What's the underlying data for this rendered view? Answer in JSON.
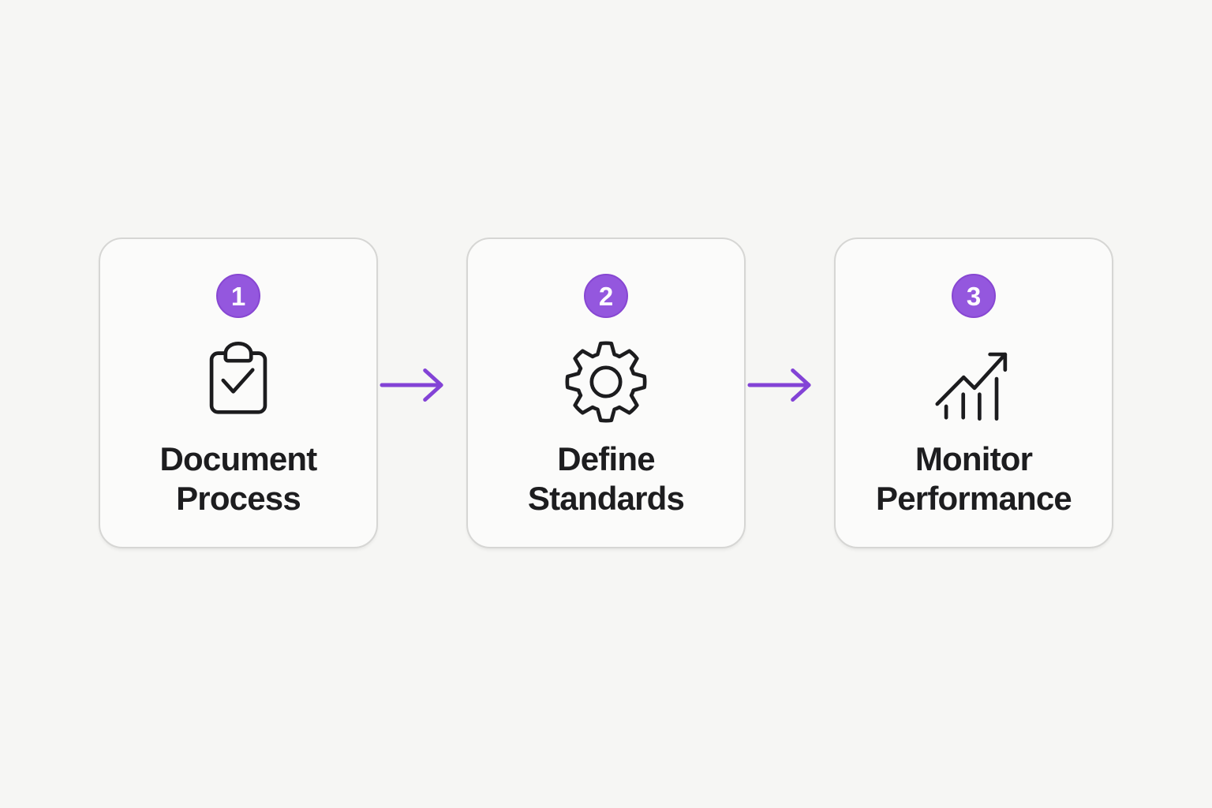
{
  "diagram": {
    "type": "process-flow",
    "steps": [
      {
        "number": "1",
        "icon": "clipboard-check-icon",
        "label": "Document Process"
      },
      {
        "number": "2",
        "icon": "gear-icon",
        "label": "Define Standards"
      },
      {
        "number": "3",
        "icon": "chart-trending-up-icon",
        "label": "Monitor Performance"
      }
    ],
    "connector_icon": "arrow-right-icon",
    "colors": {
      "page_background": "#f6f6f4",
      "card_background": "#fbfbfa",
      "card_border": "#d6d6d4",
      "badge": "#9457de",
      "badge_ring": "#8747d2",
      "badge_text": "#ffffff",
      "arrow": "#8343d6",
      "icon_stroke": "#1c1c1e",
      "label_text": "#1d1d1f"
    }
  }
}
